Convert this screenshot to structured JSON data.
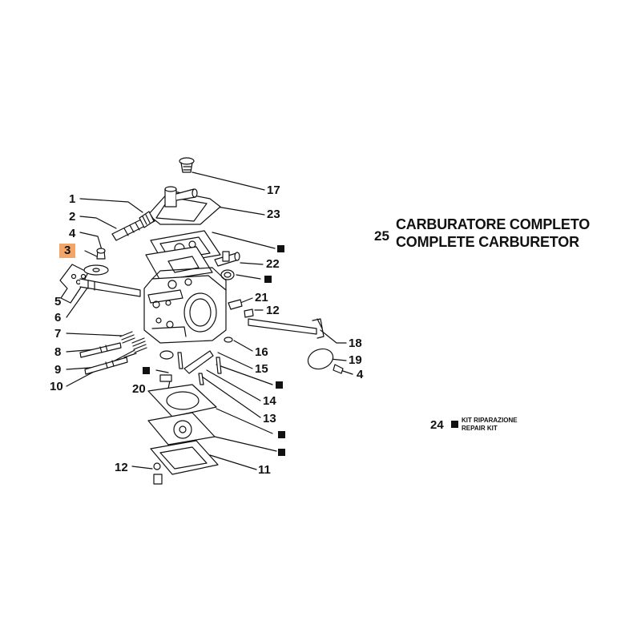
{
  "legend": {
    "assembly_number": "25",
    "assembly_name_it": "CARBURATORE COMPLETO",
    "assembly_name_en": "COMPLETE CARBURETOR",
    "kit_number": "24",
    "kit_name_it": "KIT RIPARAZIONE",
    "kit_name_en": "REPAIR KIT"
  },
  "callouts": {
    "c1": "1",
    "c2": "2",
    "c3": "3",
    "c4a": "4",
    "c5": "5",
    "c6": "6",
    "c7": "7",
    "c8": "8",
    "c9": "9",
    "c10": "10",
    "c20": "20",
    "c12a": "12",
    "c17": "17",
    "c23": "23",
    "c22": "22",
    "c21": "21",
    "c12b": "12",
    "c16": "16",
    "c15": "15",
    "c14": "14",
    "c13": "13",
    "c11": "11",
    "c18": "18",
    "c19": "19",
    "c4b": "4"
  },
  "highlight": {
    "part": "3",
    "color": "#f3a66a"
  },
  "kit_marker": "black-square"
}
